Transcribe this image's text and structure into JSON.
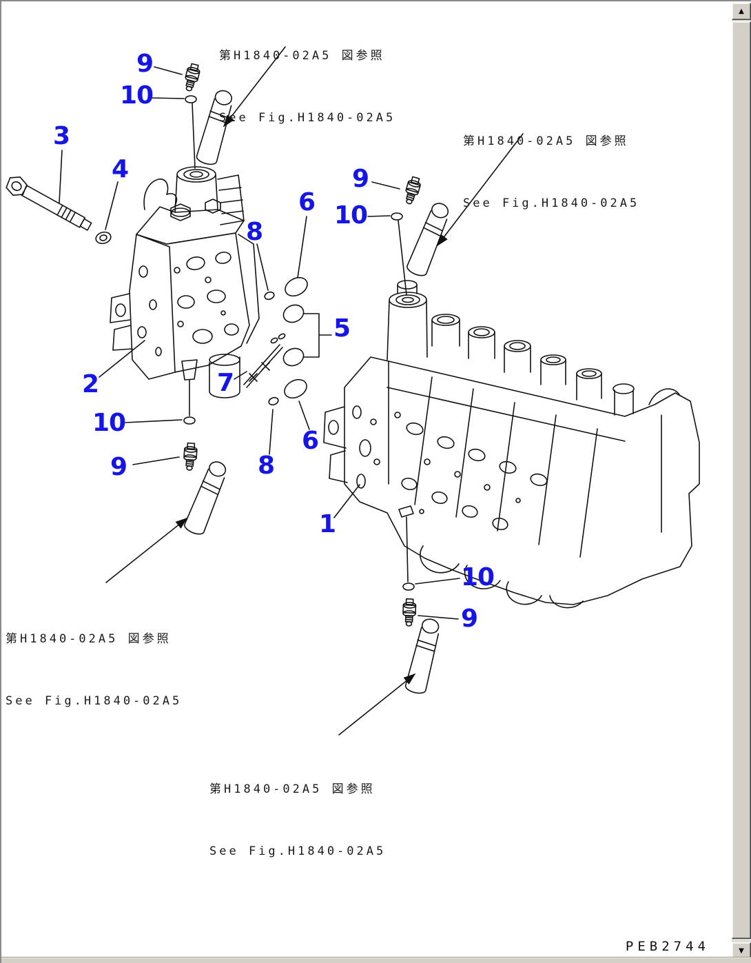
{
  "window": {
    "background": "#ffffff",
    "frame_color": "#8a8a8a",
    "chrome_color": "#d4d0c8"
  },
  "figure_refs": {
    "top_center": {
      "line1": "第H1840-02A5 図参照",
      "line2": "See Fig.H1840-02A5"
    },
    "top_right": {
      "line1": "第H1840-02A5 図参照",
      "line2": "See Fig.H1840-02A5"
    },
    "bottom_left": {
      "line1": "第H1840-02A5 図参照",
      "line2": "See Fig.H1840-02A5"
    },
    "bottom_center": {
      "line1": "第H1840-02A5 図参照",
      "line2": "See Fig.H1840-02A5"
    }
  },
  "callout_labels": [
    "9",
    "10",
    "3",
    "4",
    "8",
    "6",
    "9",
    "10",
    "5",
    "7",
    "2",
    "10",
    "9",
    "8",
    "6",
    "1",
    "10",
    "9"
  ],
  "drawing_number": "PEB2744",
  "colors": {
    "callout_blue": "#1515e8",
    "line_black": "#111111"
  },
  "scrollbar": {
    "up_glyph": "▲",
    "down_glyph": "▼"
  }
}
